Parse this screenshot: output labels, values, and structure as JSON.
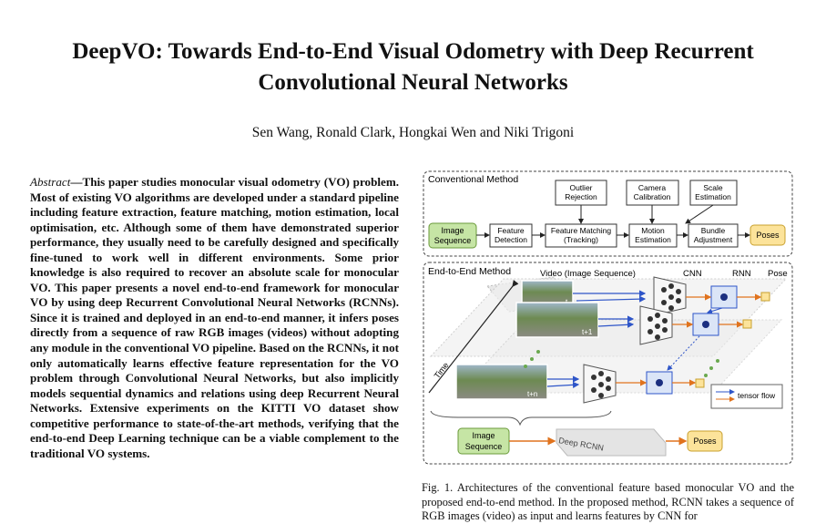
{
  "paper": {
    "title_line1": "DeepVO: Towards End-to-End Visual Odometry with Deep Recurrent",
    "title_line2": "Convolutional Neural Networks",
    "authors": "Sen Wang, Ronald Clark, Hongkai Wen and Niki Trigoni",
    "abstract_label": "Abstract",
    "abstract_dash": "—",
    "abstract_text": "This paper studies monocular visual odometry (VO) problem. Most of existing VO algorithms are developed under a standard pipeline including feature extraction, feature matching, motion estimation, local optimisation, etc. Although some of them have demonstrated superior performance, they usually need to be carefully designed and specifically fine-tuned to work well in different environments. Some prior knowledge is also required to recover an absolute scale for monocular VO. This paper presents a novel end-to-end framework for monocular VO by using deep Recurrent Convolutional Neural Networks (RCNNs). Since it is trained and deployed in an end-to-end manner, it infers poses directly from a sequence of raw RGB images (videos) without adopting any module in the conventional VO pipeline. Based on the RCNNs, it not only automatically learns effective feature representation for the VO problem through Convolutional Neural Networks, but also implicitly models sequential dynamics and relations using deep Recurrent Neural Networks. Extensive experiments on the KITTI VO dataset show competitive performance to state-of-the-art methods, verifying that the end-to-end Deep Learning technique can be a viable complement to the traditional VO systems.",
    "caption": "Fig. 1.   Architectures of the conventional feature based monocular VO and the proposed end-to-end method. In the proposed method, RCNN takes a sequence of RGB images (video) as input and learns features by CNN for"
  },
  "figure": {
    "conventional": {
      "label": "Conventional Method",
      "image_sequence": [
        "Image",
        "Sequence"
      ],
      "feature_detection": [
        "Feature",
        "Detection"
      ],
      "feature_matching": [
        "Feature Matching",
        "(Tracking)"
      ],
      "motion_estimation": [
        "Motion",
        "Estimation"
      ],
      "bundle_adjustment": [
        "Bundle",
        "Adjustment"
      ],
      "poses": "Poses",
      "outlier_rejection": [
        "Outlier",
        "Rejection"
      ],
      "camera_calibration": [
        "Camera",
        "Calibration"
      ],
      "scale_estimation": [
        "Scale",
        "Estimation"
      ]
    },
    "end_to_end": {
      "label": "End-to-End Method",
      "video_label": "Video (Image Sequence)",
      "cnn": "CNN",
      "rnn": "RNN",
      "pose": "Pose",
      "time": "Time",
      "frame_t": "t",
      "frame_t1": "t+1",
      "frame_tn": "t+n",
      "legend_tensor_flow": "tensor flow",
      "image_sequence": [
        "Image",
        "Sequence"
      ],
      "deep_rcnn": "Deep RCNN",
      "poses": "Poses"
    },
    "colors": {
      "green_box": "#c6e5a5",
      "green_stroke": "#6a9a3a",
      "yellow_box": "#fce39a",
      "orange_arrow": "#e0731e",
      "blue_arrow": "#2e55c8"
    }
  }
}
